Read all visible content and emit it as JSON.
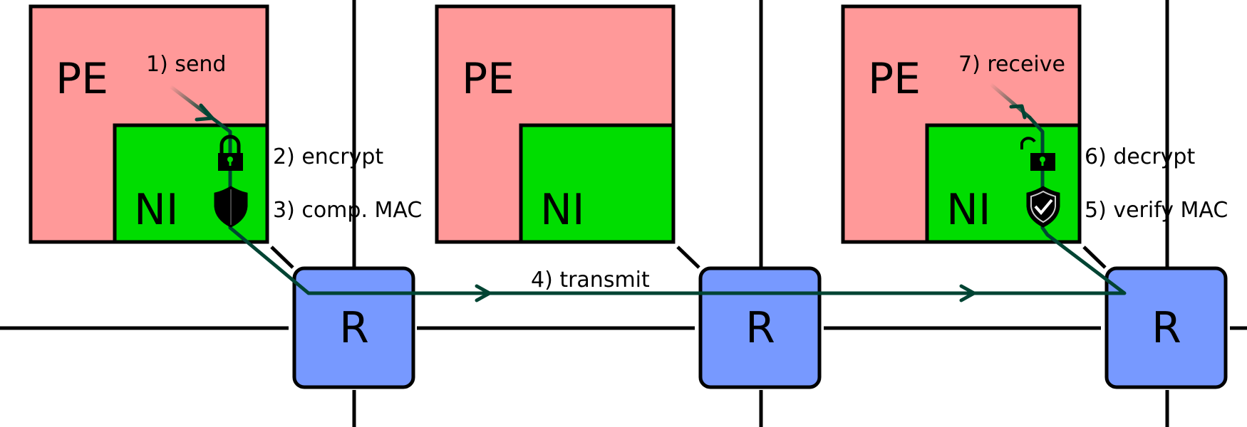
{
  "colors": {
    "pe": "#ff9999",
    "ni": "#00dd00",
    "router": "#7799ff",
    "path": "#004433",
    "stroke": "#000000"
  },
  "nodes": [
    {
      "pe_label": "PE",
      "ni_label": "NI",
      "router_label": "R"
    },
    {
      "pe_label": "PE",
      "ni_label": "NI",
      "router_label": "R"
    },
    {
      "pe_label": "PE",
      "ni_label": "NI",
      "router_label": "R"
    }
  ],
  "steps": {
    "send": "1) send",
    "encrypt": "2) encrypt",
    "comp_mac": "3) comp. MAC",
    "transmit": "4) transmit",
    "verify_mac": "5) verify MAC",
    "decrypt": "6) decrypt",
    "receive": "7) receive"
  },
  "icons": {
    "lock_closed": "padlock-closed-icon",
    "shield": "shield-icon",
    "lock_open": "padlock-open-icon",
    "shield_check": "shield-check-icon"
  }
}
